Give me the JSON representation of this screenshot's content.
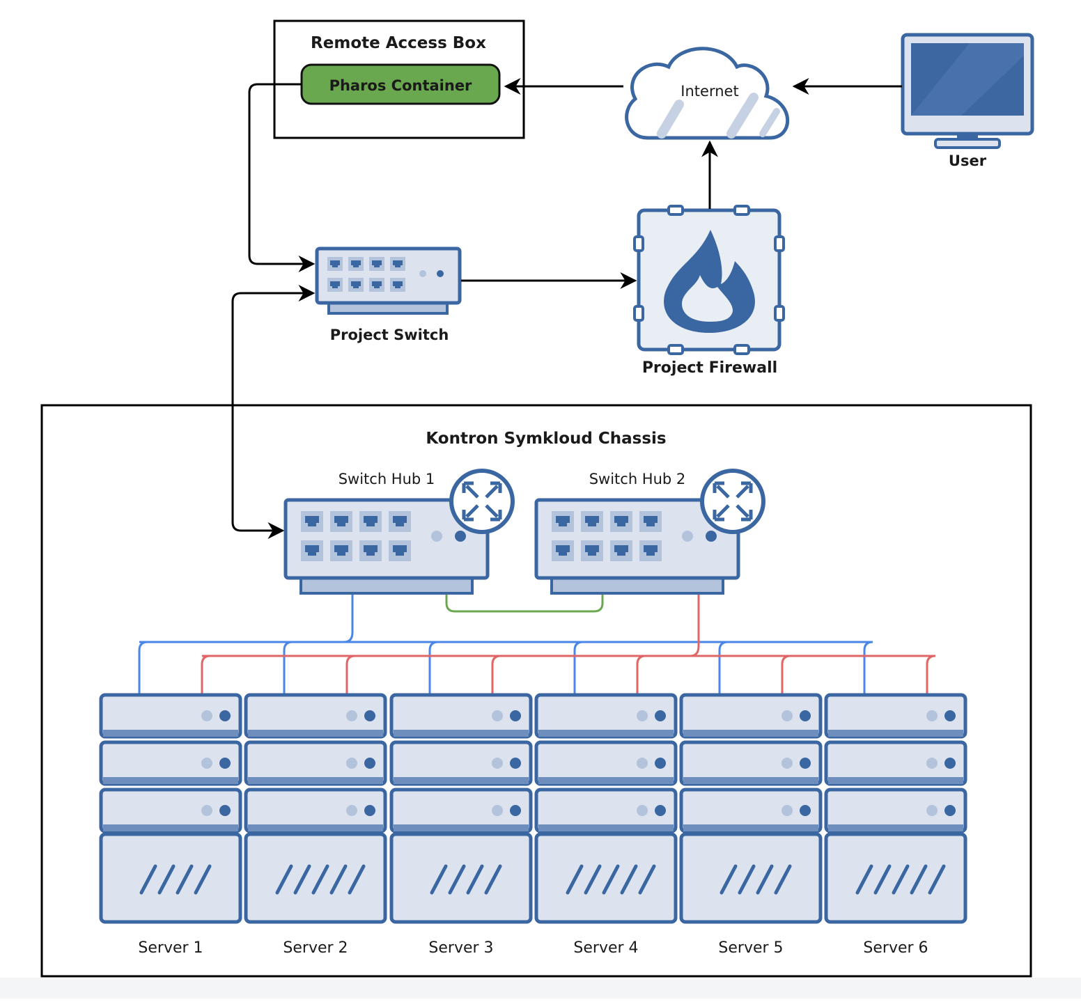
{
  "remote_access_box": {
    "title": "Remote Access Box",
    "container_label": "Pharos Container"
  },
  "internet": {
    "label": "Internet"
  },
  "user": {
    "label": "User"
  },
  "project_switch": {
    "label": "Project Switch"
  },
  "project_firewall": {
    "label": "Project Firewall"
  },
  "chassis": {
    "title": "Kontron Symkloud Chassis",
    "hubs": [
      {
        "label": "Switch Hub 1"
      },
      {
        "label": "Switch Hub 2"
      }
    ],
    "servers": [
      {
        "label": "Server 1"
      },
      {
        "label": "Server 2"
      },
      {
        "label": "Server 3"
      },
      {
        "label": "Server 4"
      },
      {
        "label": "Server 5"
      },
      {
        "label": "Server 6"
      }
    ]
  },
  "colors": {
    "device_fill": "#dde3ee",
    "device_stroke": "#3a66a2",
    "device_band": "#6e8fbd",
    "port": "#3a66a2",
    "container_fill": "#6aa84f",
    "link_blue": "#4a86e8",
    "link_red": "#e06666",
    "link_green": "#6aa84f"
  }
}
